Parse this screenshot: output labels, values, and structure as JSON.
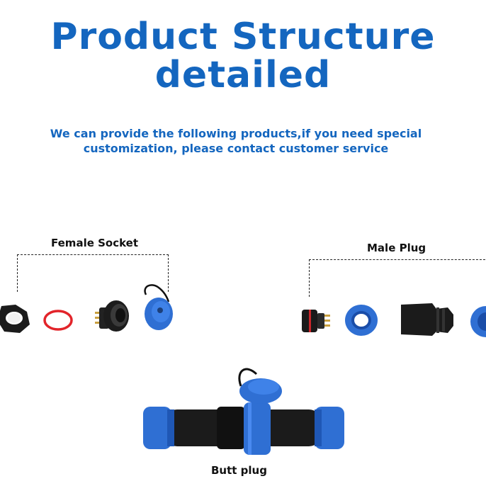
{
  "heading": {
    "line1": "Product Structure",
    "line2": "detailed"
  },
  "subheading": {
    "line1": "We can provide the following products,if you need special",
    "line2": "customization, please contact customer service"
  },
  "labels": {
    "female": "Female Socket",
    "male": "Male Plug",
    "butt": "Butt plug"
  },
  "colors": {
    "brand_blue": "#1466bf",
    "connector_blue": "#2f6fd3",
    "ring_red": "#e2242a",
    "rubber_black": "#1b1b1b"
  }
}
